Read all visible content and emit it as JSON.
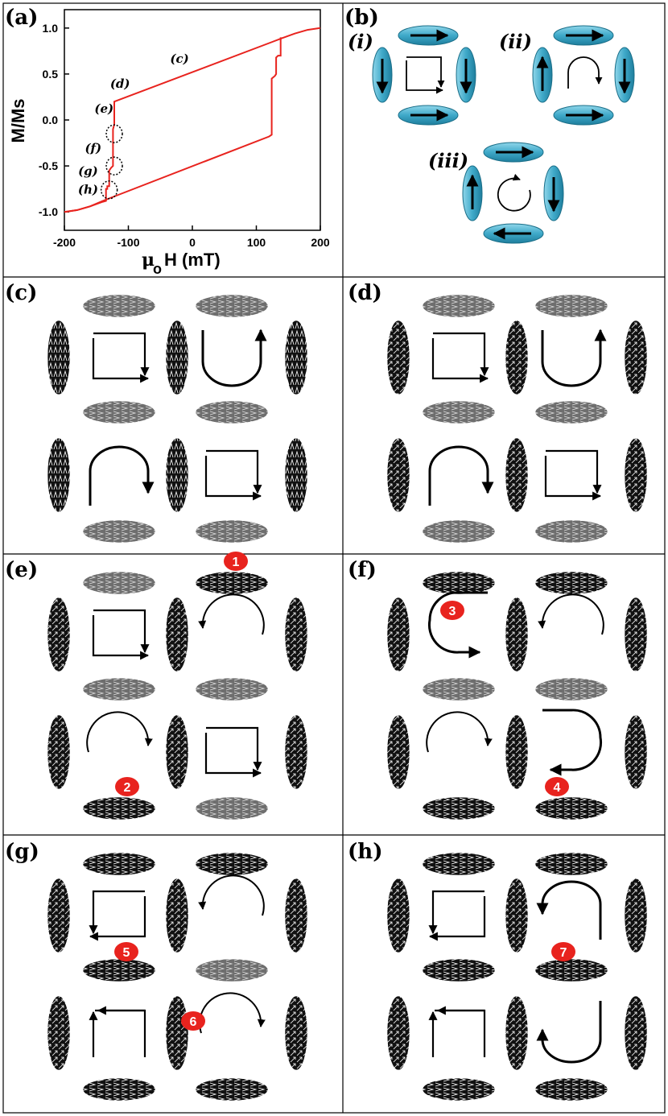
{
  "panels": {
    "a": "(a)",
    "b": "(b)",
    "c": "(c)",
    "d": "(d)",
    "e": "(e)",
    "f": "(f)",
    "g": "(g)",
    "h": "(h)"
  },
  "chart_data": {
    "type": "line",
    "ylabel": "M/Ms",
    "xlabel_mu": "μ",
    "xlabel_o": "o",
    "xlabel_rest": "H (mT)",
    "xlim": [
      -200,
      200
    ],
    "ylim": [
      -1.2,
      1.2
    ],
    "xticks": [
      "-200",
      "-100",
      "0",
      "100",
      "200"
    ],
    "yticks": [
      "1.0",
      "0.5",
      "0.0",
      "-0.5",
      "-1.0"
    ],
    "grid": false,
    "color": "#e8231e",
    "series": [
      {
        "values": [
          [
            -200,
            -1.0
          ],
          [
            -180,
            -0.98
          ],
          [
            -160,
            -0.94
          ],
          [
            -140,
            -0.89
          ],
          [
            -135,
            -0.88
          ],
          [
            -135,
            -0.75
          ],
          [
            -133,
            -0.75
          ],
          [
            -133,
            -0.72
          ],
          [
            -130,
            -0.72
          ],
          [
            -130,
            -0.55
          ],
          [
            -127,
            -0.52
          ],
          [
            -124,
            -0.5
          ],
          [
            -124,
            -0.1
          ],
          [
            -122,
            -0.05
          ],
          [
            -122,
            0.2
          ],
          [
            125,
            0.85
          ],
          [
            140,
            0.89
          ],
          [
            160,
            0.94
          ],
          [
            180,
            0.98
          ],
          [
            200,
            1.0
          ]
        ]
      },
      {
        "values": [
          [
            -200,
            -1.0
          ],
          [
            -180,
            -0.98
          ],
          [
            -160,
            -0.94
          ],
          [
            -140,
            -0.88
          ],
          [
            120,
            -0.18
          ],
          [
            124,
            -0.16
          ],
          [
            124,
            0.45
          ],
          [
            129,
            0.48
          ],
          [
            131,
            0.5
          ],
          [
            131,
            0.68
          ],
          [
            134,
            0.7
          ],
          [
            138,
            0.7
          ],
          [
            138,
            0.89
          ],
          [
            140,
            0.89
          ]
        ]
      }
    ],
    "annotations": [
      {
        "text": "(c)",
        "x": -20,
        "y": 0.62
      },
      {
        "text": "(d)",
        "x": -113,
        "y": 0.35
      },
      {
        "text": "(e)",
        "x": -138,
        "y": 0.08
      },
      {
        "text": "(f)",
        "x": -155,
        "y": -0.35
      },
      {
        "text": "(g)",
        "x": -163,
        "y": -0.6
      },
      {
        "text": "(h)",
        "x": -163,
        "y": -0.8
      }
    ],
    "circled_points": [
      {
        "x": -122,
        "y": -0.15
      },
      {
        "x": -122,
        "y": -0.5
      },
      {
        "x": -130,
        "y": -0.76
      }
    ]
  },
  "sub_labels": {
    "i": "(i)",
    "ii": "(ii)",
    "iii": "(iii)"
  },
  "badges": [
    "1",
    "2",
    "3",
    "4",
    "5",
    "6",
    "7"
  ],
  "colors": {
    "magnet_blue": "#3fa9c9",
    "magnet_black": "#111111",
    "magnet_grey": "#6e6e6e",
    "badge_red": "#e8231e"
  }
}
